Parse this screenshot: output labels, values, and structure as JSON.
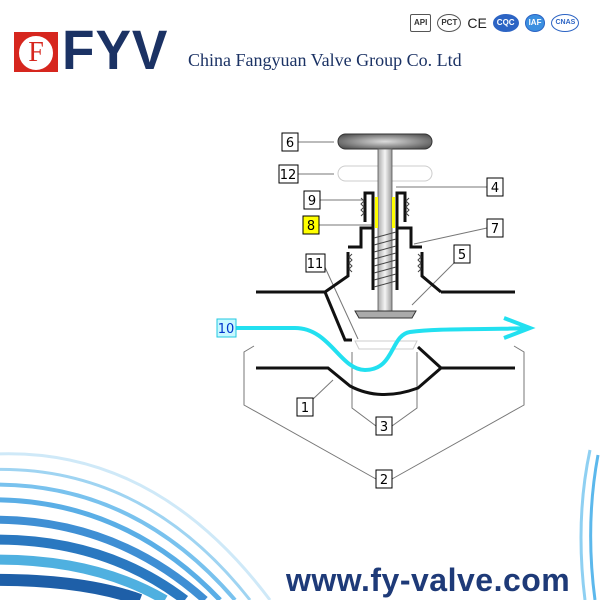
{
  "header": {
    "logo_letter": "F",
    "logo_text": "FYV",
    "company": "China Fangyuan Valve Group Co. Ltd",
    "certifications": [
      "API",
      "PCT",
      "CE",
      "CQC",
      "IAF",
      "CNAS"
    ]
  },
  "diagram": {
    "labels": {
      "l1": "1",
      "l2": "2",
      "l3": "3",
      "l4": "4",
      "l5": "5",
      "l6": "6",
      "l7": "7",
      "l8": "8",
      "l9": "9",
      "l10": "10",
      "l11": "11",
      "l12": "12"
    },
    "colors": {
      "flow": "#22e0f0",
      "packing": "#ffff00",
      "highlight_label": "#ffff00",
      "flow_label_bg": "#c8f8ff"
    }
  },
  "footer": {
    "url": "www.fy-valve.com"
  }
}
